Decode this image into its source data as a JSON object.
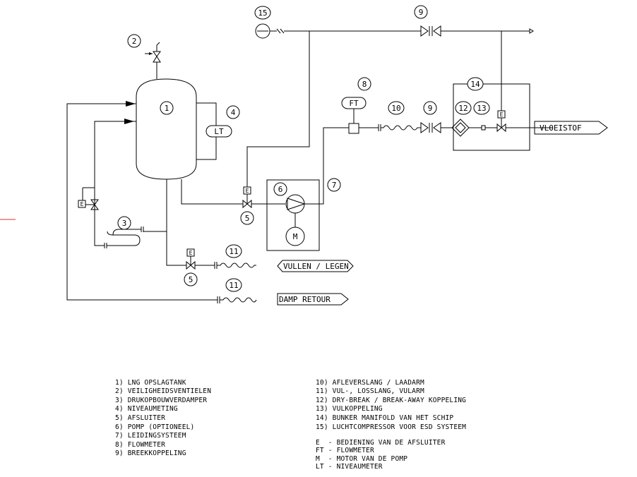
{
  "components": {
    "tank": "1",
    "safety_valve": "2",
    "vaporizer": "3",
    "level_meter": "4",
    "valve_pump": "5",
    "valve_fill": "5",
    "pump": "6",
    "piping": "7",
    "flowmeter": "8",
    "breakaway_top": "9",
    "breakaway_mid": "9",
    "hose": "10",
    "hose_fill": "11",
    "hose_vapour": "11",
    "dry_break": "12",
    "coupling": "13",
    "manifold": "14",
    "compressor": "15"
  },
  "tags": {
    "lt": "LT",
    "ft": "FT",
    "motor": "M",
    "actuator": "E"
  },
  "connections": {
    "liquid": "VLOEISTOF",
    "fill_empty": "VULLEN / LEGEN",
    "vapour_return": "DAMP RETOUR"
  },
  "legend": {
    "left": [
      "1) LNG OPSLAGTANK",
      "2) VEILIGHEIDSVENTIELEN",
      "3) DRUKOPBOUWVERDAMPER",
      "4) NIVEAUMETING",
      "5) AFSLUITER",
      "6) POMP (OPTIONEEL)",
      "7) LEIDINGSYSTEEM",
      "8) FLOWMETER",
      "9) BREEKKOPPELING"
    ],
    "right": [
      "10) AFLEVERSLANG / LAADARM",
      "11) VUL-, LOSSLANG, VULARM",
      "12) DRY-BREAK / BREAK-AWAY KOPPELING",
      "13) VULKOPPELING",
      "14) BUNKER MANIFOLD VAN HET SCHIP",
      "15) LUCHTCOMPRESSOR VOOR ESD SYSTEEM"
    ],
    "abbreviations": [
      "E  - BEDIENING VAN DE AFSLUITER",
      "FT - FLOWMETER",
      "M  - MOTOR VAN DE POMP",
      "LT - NIVEAUMETER"
    ]
  }
}
